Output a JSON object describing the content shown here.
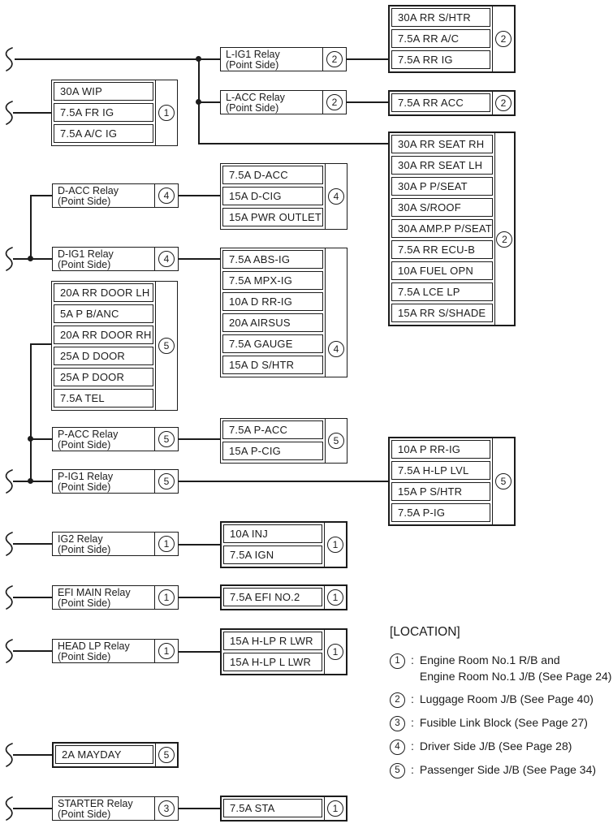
{
  "colors": {
    "ink": "#1c1c1c",
    "background": "#ffffff"
  },
  "legend": {
    "title": "[LOCATION]",
    "separator": ":",
    "entries": [
      {
        "num": "1",
        "line1": "Engine Room No.1 R/B and",
        "line2": "Engine Room No.1 J/B (See Page 24)"
      },
      {
        "num": "2",
        "line1": "Luggage Room J/B (See Page 40)"
      },
      {
        "num": "3",
        "line1": "Fusible Link Block (See Page 27)"
      },
      {
        "num": "4",
        "line1": "Driver Side J/B (See Page 28)"
      },
      {
        "num": "5",
        "line1": "Passenger Side J/B (See Page 34)"
      }
    ]
  },
  "relays": {
    "lig1": {
      "name": "L-IG1 Relay",
      "sub": "(Point Side)",
      "loc": "2"
    },
    "lacc": {
      "name": "L-ACC Relay",
      "sub": "(Point Side)",
      "loc": "2"
    },
    "dacc": {
      "name": "D-ACC Relay",
      "sub": "(Point Side)",
      "loc": "4"
    },
    "dig1": {
      "name": "D-IG1 Relay",
      "sub": "(Point Side)",
      "loc": "4"
    },
    "pacc": {
      "name": "P-ACC Relay",
      "sub": "(Point Side)",
      "loc": "5"
    },
    "pig1": {
      "name": "P-IG1 Relay",
      "sub": "(Point Side)",
      "loc": "5"
    },
    "ig2": {
      "name": "IG2 Relay",
      "sub": "(Point Side)",
      "loc": "1"
    },
    "efi": {
      "name": "EFI MAIN Relay",
      "sub": "(Point Side)",
      "loc": "1"
    },
    "headlp": {
      "name": "HEAD LP Relay",
      "sub": "(Point Side)",
      "loc": "1"
    },
    "starter": {
      "name": "STARTER Relay",
      "sub": "(Point Side)",
      "loc": "3"
    }
  },
  "fuseboxes": {
    "rr_htr": {
      "loc": "2",
      "rows": [
        "30A RR S/HTR",
        "7.5A RR A/C",
        "7.5A RR IG"
      ]
    },
    "rr_acc": {
      "loc": "2",
      "rows": [
        "7.5A RR ACC"
      ]
    },
    "wip": {
      "loc": "1",
      "rows": [
        "30A WIP",
        "7.5A FR IG",
        "7.5A A/C IG"
      ]
    },
    "luggage": {
      "loc": "2",
      "rows": [
        "30A RR SEAT RH",
        "30A RR SEAT LH",
        "30A P P/SEAT",
        "30A S/ROOF",
        "30A AMP.P P/SEAT",
        "7.5A RR ECU-B",
        "10A FUEL OPN",
        "7.5A LCE LP",
        "15A RR S/SHADE"
      ]
    },
    "d_acc": {
      "loc": "4",
      "rows": [
        "7.5A D-ACC",
        "15A D-CIG",
        "15A PWR OUTLET"
      ]
    },
    "doors": {
      "loc": "5",
      "rows": [
        "20A RR DOOR LH",
        "5A P B/ANC",
        "20A RR DOOR RH",
        "25A D DOOR",
        "25A P DOOR",
        "7.5A TEL"
      ]
    },
    "abs": {
      "loc": "4",
      "rows": [
        "7.5A ABS-IG",
        "7.5A MPX-IG",
        "10A D RR-IG",
        "20A AIRSUS",
        "7.5A GAUGE",
        "15A D S/HTR"
      ]
    },
    "p_acc": {
      "loc": "5",
      "rows": [
        "7.5A P-ACC",
        "15A P-CIG"
      ]
    },
    "p_rr": {
      "loc": "5",
      "rows": [
        "10A P RR-IG",
        "7.5A H-LP LVL",
        "15A P S/HTR",
        "7.5A P-IG"
      ]
    },
    "inj": {
      "loc": "1",
      "rows": [
        "10A INJ",
        "7.5A IGN"
      ]
    },
    "efi2": {
      "loc": "1",
      "rows": [
        "7.5A EFI NO.2"
      ]
    },
    "hlp": {
      "loc": "1",
      "rows": [
        "15A H-LP R LWR",
        "15A H-LP L LWR"
      ]
    },
    "mayday": {
      "loc": "5",
      "rows": [
        "2A MAYDAY"
      ]
    },
    "sta": {
      "loc": "1",
      "rows": [
        "7.5A STA"
      ]
    }
  }
}
